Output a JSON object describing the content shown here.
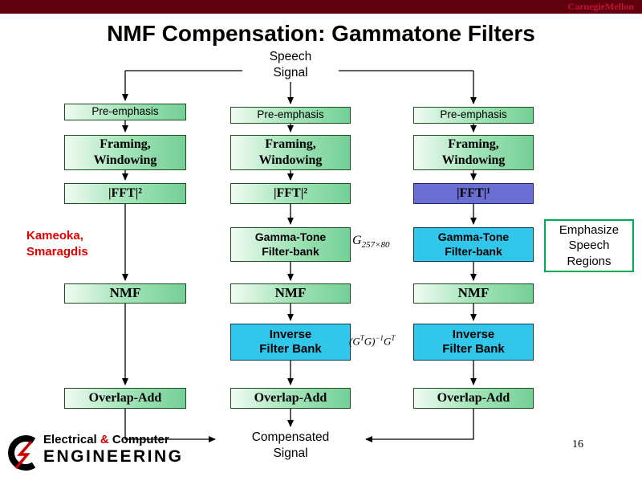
{
  "header": {
    "brand": "CarnegieMellon"
  },
  "slide": {
    "title": "NMF Compensation: Gammatone Filters",
    "page_number": "16"
  },
  "flow": {
    "source": "Speech\nSignal",
    "sink": "Compensated\nSignal",
    "columns": [
      {
        "boxes": [
          {
            "label": "Pre-emphasis"
          },
          {
            "label": "Framing,\nWindowing"
          },
          {
            "label": "|FFT|²"
          },
          {
            "label": "NMF"
          },
          {
            "label": "Overlap-Add"
          }
        ]
      },
      {
        "boxes": [
          {
            "label": "Pre-emphasis"
          },
          {
            "label": "Framing,\nWindowing"
          },
          {
            "label": "|FFT|²"
          },
          {
            "label": "Gamma-Tone\nFilter-bank"
          },
          {
            "label": "NMF"
          },
          {
            "label": "Inverse\nFilter Bank"
          },
          {
            "label": "Overlap-Add"
          }
        ]
      },
      {
        "boxes": [
          {
            "label": "Pre-emphasis"
          },
          {
            "label": "Framing,\nWindowing"
          },
          {
            "label": "|FFT|¹"
          },
          {
            "label": "Gamma-Tone\nFilter-bank"
          },
          {
            "label": "NMF"
          },
          {
            "label": "Inverse\nFilter Bank"
          },
          {
            "label": "Overlap-Add"
          }
        ]
      }
    ]
  },
  "annotations": {
    "kameoka": "Kameoka,\nSmaragdis",
    "emphasize": "Emphasize\nSpeech\nRegions",
    "math_g": {
      "base": "G",
      "sub": "257×80"
    },
    "math_inv": {
      "p1": "(G",
      "s1": "T",
      "p2": "G)",
      "s2": "−1",
      "p3": "G",
      "s3": "T"
    }
  },
  "footer": {
    "dept_word1": "Electrical ",
    "dept_amp": "&",
    "dept_word2": " Computer",
    "dept_line2": "ENGINEERING"
  },
  "colors": {
    "topbar": "#5e000e",
    "brand_red": "#c41230",
    "box_green": "#74d096",
    "box_cyan": "#30c7ea",
    "box_blue": "#6a6ed2",
    "emphasize_border": "#00a650",
    "credit_red": "#e00000"
  }
}
